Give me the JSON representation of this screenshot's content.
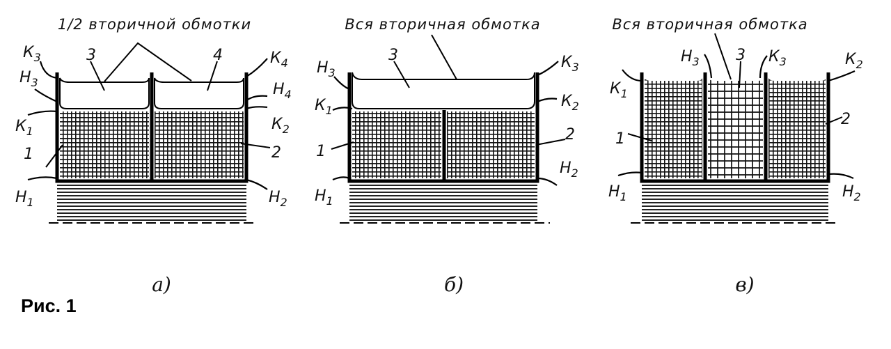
{
  "figure_caption": "Рис. 1",
  "diagrams": [
    {
      "caption": "а)",
      "title": "1/2 вторичной обмотки",
      "labels": {
        "k3": {
          "l": "К",
          "s": "3"
        },
        "h3": {
          "l": "Н",
          "s": "3"
        },
        "k1": {
          "l": "К",
          "s": "1"
        },
        "h1": {
          "l": "Н",
          "s": "1"
        },
        "k4": {
          "l": "К",
          "s": "4"
        },
        "h4": {
          "l": "Н",
          "s": "4"
        },
        "k2": {
          "l": "К",
          "s": "2"
        },
        "h2": {
          "l": "Н",
          "s": "2"
        },
        "n1": "1",
        "n2": "2",
        "n3": "3",
        "n4": "4"
      }
    },
    {
      "caption": "б)",
      "title": "Вся вторичная обмотка",
      "labels": {
        "h3": {
          "l": "Н",
          "s": "3"
        },
        "k1": {
          "l": "К",
          "s": "1"
        },
        "h1": {
          "l": "Н",
          "s": "1"
        },
        "k3": {
          "l": "К",
          "s": "3"
        },
        "k2": {
          "l": "К",
          "s": "2"
        },
        "h2": {
          "l": "Н",
          "s": "2"
        },
        "n1": "1",
        "n2": "2",
        "n3": "3"
      }
    },
    {
      "caption": "в)",
      "title": "Вся вторичная обмотка",
      "labels": {
        "h3": {
          "l": "Н",
          "s": "3"
        },
        "k3": {
          "l": "К",
          "s": "3"
        },
        "k1": {
          "l": "К",
          "s": "1"
        },
        "h1": {
          "l": "Н",
          "s": "1"
        },
        "k2": {
          "l": "К",
          "s": "2"
        },
        "h2": {
          "l": "Н",
          "s": "2"
        },
        "n1": "1",
        "n2": "2",
        "n3": "3"
      }
    }
  ]
}
